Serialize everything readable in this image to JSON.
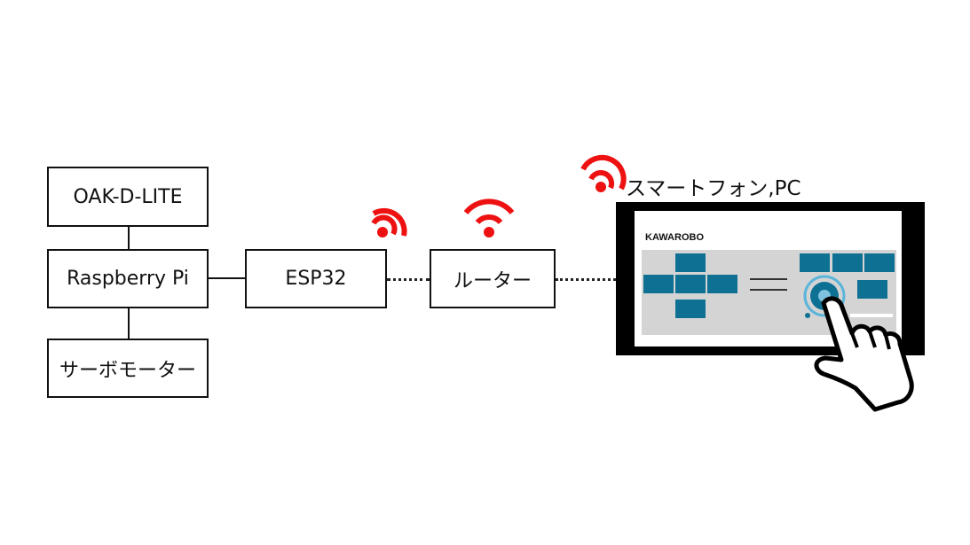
{
  "nodes": {
    "oak": "OAK-D-LITE",
    "raspberry_pi": "Raspberry Pi",
    "servo": "サーボモーター",
    "esp32": "ESP32",
    "router": "ルーター"
  },
  "device": {
    "label": "スマートフォン,PC",
    "brand": "KAWAROBO"
  },
  "colors": {
    "wifi": "#ee1111",
    "tile": "#0e7193",
    "panel": "#d4d4d4",
    "frame": "#000000"
  },
  "icons": [
    "wifi-icon",
    "wifi-icon",
    "wifi-icon",
    "hand-pointer-icon",
    "touch-ring-icon"
  ]
}
